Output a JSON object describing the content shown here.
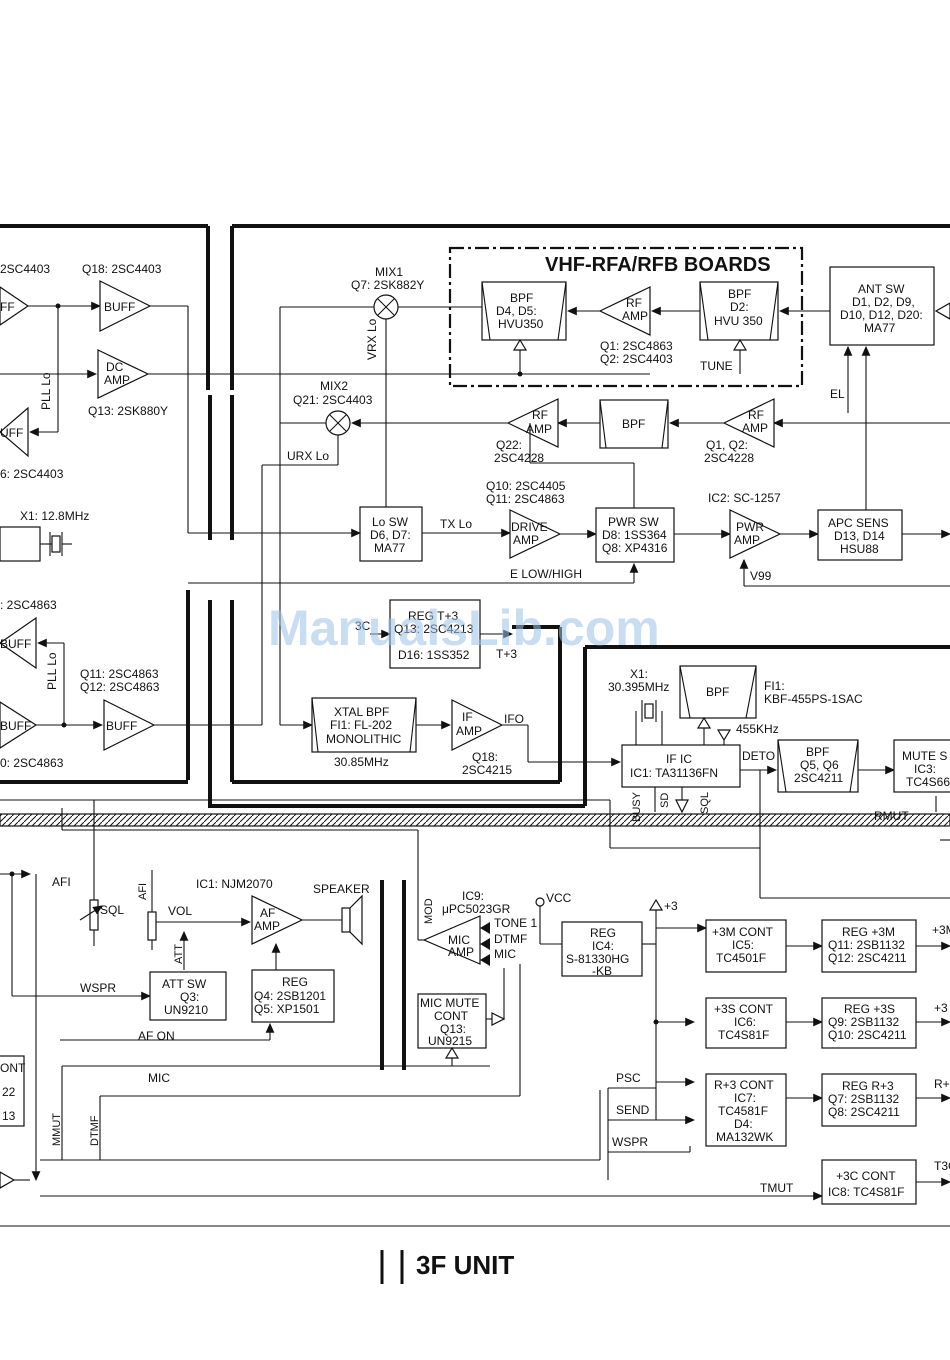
{
  "watermark": "ManualsLib.com",
  "board_title": "VHF-RFA/RFB BOARDS",
  "unit_label": "3F UNIT",
  "top_left": {
    "q_partial": "2SC4403",
    "q18": "Q18: 2SC4403",
    "buff1": "FF",
    "buff2": "BUFF",
    "dc_amp_1": "DC",
    "dc_amp_2": "AMP",
    "q13": "Q13: 2SK880Y",
    "pll_lo": "PLL Lo",
    "buff3": "UFF",
    "q_low": "6: 2SC4403"
  },
  "mix1": {
    "name": "MIX1",
    "part": "Q7: 2SK882Y",
    "vrx": "VRX Lo"
  },
  "mix2": {
    "name": "MIX2",
    "part": "Q21: 2SC4403",
    "urx": "URX Lo"
  },
  "bpf1": {
    "title": "BPF",
    "l2": "D4, D5:",
    "l3": "HVU350"
  },
  "rfamp1": {
    "l1": "RF",
    "l2": "AMP"
  },
  "q1q2_top": {
    "l1": "Q1: 2SC4863",
    "l2": "Q2: 2SC4403"
  },
  "bpf2": {
    "title": "BPF",
    "l2": "D2:",
    "l3": "HVU 350"
  },
  "tune": "TUNE",
  "antsw": {
    "l1": "ANT SW",
    "l2": "D1, D2, D9,",
    "l3": "D10, D12, D20:",
    "l4": "MA77"
  },
  "el": "EL",
  "rfamp_q22": {
    "l1": "RF",
    "l2": "AMP",
    "p1": "Q22:",
    "p2": "2SC4228"
  },
  "bpf_mid": "BPF",
  "rfamp_q1": {
    "l1": "RF",
    "l2": "AMP",
    "p1": "Q1, Q2:",
    "p2": "2SC4228"
  },
  "xtal": {
    "label": "X1: 12.8MHz"
  },
  "losw": {
    "l1": "Lo SW",
    "l2": "D6, D7:",
    "l3": "MA77",
    "txlo": "TX Lo"
  },
  "drive": {
    "p1": "Q10: 2SC4405",
    "p2": "Q11: 2SC4863",
    "l1": "DRIVE",
    "l2": "AMP"
  },
  "pwrsw": {
    "l1": "PWR SW",
    "l2": "D8: 1SS364",
    "l3": "Q8: XP4316"
  },
  "pwramp": {
    "ic": "IC2: SC-1257",
    "l1": "PWR",
    "l2": "AMP",
    "v99": "V99"
  },
  "apcsens": {
    "l1": "APC SENS",
    "l2": "D13, D14",
    "l3": "HSU88"
  },
  "elowhigh": "E LOW/HIGH",
  "left_mid": {
    "q_top": ": 2SC4863",
    "buff1": "BUFF",
    "pll_lo": "PLL Lo",
    "buff2": "BUFF",
    "q_bot": "0: 2SC4863",
    "q11": "Q11: 2SC4863",
    "q12": "Q12: 2SC4863",
    "buff3": "BUFF"
  },
  "regt3": {
    "l1": "REG T+3",
    "l2": "Q13: 2SC4213",
    "l3": "D16: 1SS352",
    "in": "3C",
    "out": "T+3"
  },
  "xtalbpf": {
    "l1": "XTAL BPF",
    "l2": "FI1: FL-202",
    "l3": "MONOLITHIC",
    "freq": "30.85MHz"
  },
  "ifamp": {
    "l1": "IF",
    "l2": "AMP",
    "p1": "Q18:",
    "p2": "2SC4215",
    "ifo": "IFO"
  },
  "x1b": {
    "l1": "X1:",
    "l2": "30.395MHz"
  },
  "bpf_fi1": {
    "title": "BPF",
    "fi1": "FI1:",
    "part": "KBF-455PS-1SAC",
    "freq": "455KHz"
  },
  "ific": {
    "l1": "IF IC",
    "l2": "IC1: TA31136FN",
    "busy": "BUSY",
    "sd": "SD",
    "sql": "SQL",
    "deto": "DETO"
  },
  "bpf_q5": {
    "l1": "BPF",
    "l2": "Q5, Q6",
    "l3": "2SC4211"
  },
  "mutesw": {
    "l1": "MUTE S",
    "l2": "IC3:",
    "l3": "TC4S66",
    "rmut": "RMUT"
  },
  "audio": {
    "afi": "AFI",
    "sql": "SQL",
    "afi2": "AFI",
    "vol": "VOL",
    "att": "ATT",
    "ic1": "IC1: NJM2070",
    "afamp1": "AF",
    "afamp2": "AMP",
    "speaker": "SPEAKER",
    "mod": "MOD"
  },
  "attsw": {
    "l1": "ATT SW",
    "l2": "Q3:",
    "l3": "UN9210",
    "wspr": "WSPR"
  },
  "reg_audio": {
    "l1": "REG",
    "l2": "Q4: 2SB1201",
    "l3": "Q5: XP1501",
    "afon": "AF ON"
  },
  "mic": {
    "ic9a": "IC9:",
    "ic9b": "μPC5023GR",
    "l1": "MIC",
    "l2": "AMP",
    "tone": "TONE 1",
    "dtmf": "DTMF",
    "mic": "MIC"
  },
  "micmute": {
    "l1": "MIC MUTE",
    "l2": "CONT",
    "l3": "Q13:",
    "l4": "UN9215"
  },
  "left_low": {
    "ont": "ONT",
    "n22": "22",
    "n13": "13",
    "mic": "MIC",
    "mmut": "MMUT",
    "dtmf": "DTMF"
  },
  "power": {
    "vcc": "VCC",
    "plus3": "+3",
    "reg_ic4": {
      "l1": "REG",
      "l2": "IC4:",
      "l3": "S-81330HG",
      "l4": "-KB"
    },
    "cont3m": {
      "l1": "+3M CONT",
      "l2": "IC5:",
      "l3": "TC4501F"
    },
    "reg3m": {
      "l1": "REG +3M",
      "l2": "Q11: 2SB1132",
      "l3": "Q12: 2SC4211",
      "out": "+3M"
    },
    "cont3s": {
      "l1": "+3S CONT",
      "l2": "IC6:",
      "l3": "TC4S81F"
    },
    "reg3s": {
      "l1": "REG +3S",
      "l2": "Q9: 2SB1132",
      "l3": "Q10: 2SC4211",
      "out": "+3"
    },
    "contr3": {
      "l1": "R+3 CONT",
      "l2": "IC7:",
      "l3": "TC4581F",
      "l4": "D4:",
      "l5": "MA132WK"
    },
    "regr3": {
      "l1": "REG R+3",
      "l2": "Q7: 2SB1132",
      "l3": "Q8: 2SC4211",
      "out": "R+"
    },
    "cont3c": {
      "l1": "+3C CONT",
      "l2": "IC8: TC4S81F",
      "out": "T3C"
    },
    "psc": "PSC",
    "send": "SEND",
    "wspr": "WSPR",
    "tmut": "TMUT"
  }
}
